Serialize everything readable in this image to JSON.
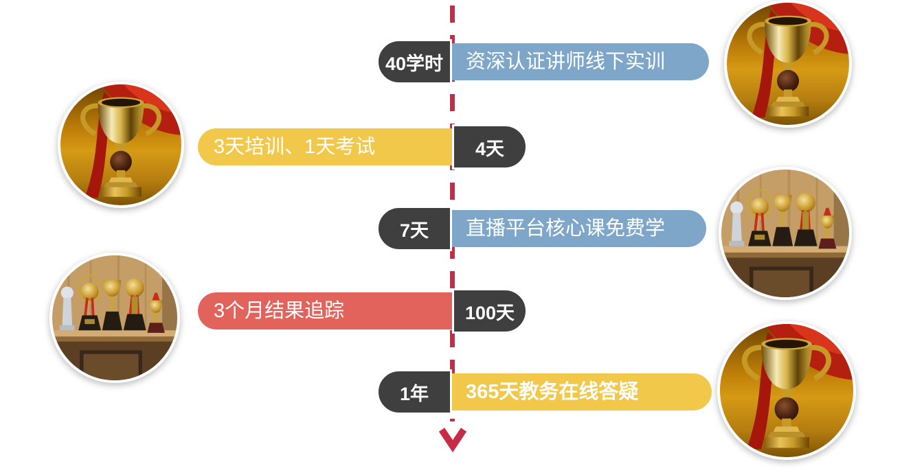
{
  "slide": {
    "background": "#FFFFFF"
  },
  "colors": {
    "tag_dark": "#3F3F3F",
    "bar_blue": "#7EA6C9",
    "bar_yellow": "#F2C84A",
    "bar_red": "#E2635B",
    "timeline_red": "#C82B44",
    "text_white": "#FFFFFF"
  },
  "timeline": {
    "direction": "vertical-down",
    "arrow_icon": "down-arrow-icon",
    "rows": [
      {
        "side": "right",
        "tag": "40学时",
        "label": "资深认证讲师线下实训",
        "bar_color": "#7EA6C9",
        "bold": false
      },
      {
        "side": "left",
        "tag": "4天",
        "label": "3天培训、1天考试",
        "bar_color": "#F2C84A",
        "bold": false
      },
      {
        "side": "right",
        "tag": "7天",
        "label": "直播平台核心课免费学",
        "bar_color": "#7EA6C9",
        "bold": false
      },
      {
        "side": "left",
        "tag": "100天",
        "label": "3个月结果追踪",
        "bar_color": "#E2635B",
        "bold": false
      },
      {
        "side": "right",
        "tag": "1年",
        "label": "365天教务在线答疑",
        "bar_color": "#F2C84A",
        "bold": true
      }
    ]
  },
  "photos": [
    {
      "name": "gold-trophy-photo-top-right",
      "subject": "gold-trophy-with-red-ribbon"
    },
    {
      "name": "gold-trophy-photo-upper-left",
      "subject": "gold-trophy-with-red-ribbon"
    },
    {
      "name": "trophy-shelf-photo-middle-right",
      "subject": "trophies-on-wooden-shelf"
    },
    {
      "name": "trophy-shelf-photo-lower-left",
      "subject": "trophies-on-wooden-shelf"
    },
    {
      "name": "gold-trophy-photo-bottom-right",
      "subject": "gold-trophy-with-red-ribbon"
    }
  ]
}
